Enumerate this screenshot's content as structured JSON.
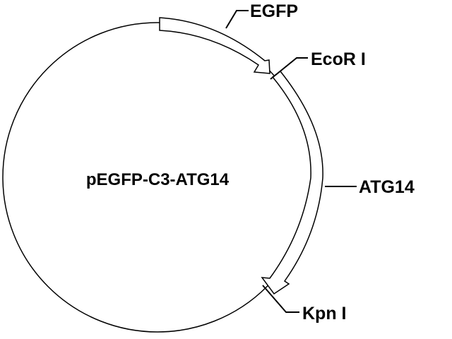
{
  "plasmid": {
    "name": "pEGFP-C3-ATG14"
  },
  "features": [
    {
      "name": "EGFP",
      "kind": "insert-arrow"
    },
    {
      "name": "ATG14",
      "kind": "insert-arrow"
    }
  ],
  "sites": [
    {
      "name": "EcoR I"
    },
    {
      "name": "Kpn I"
    }
  ],
  "colors": {
    "stroke": "#000000",
    "fill": "#ffffff"
  }
}
